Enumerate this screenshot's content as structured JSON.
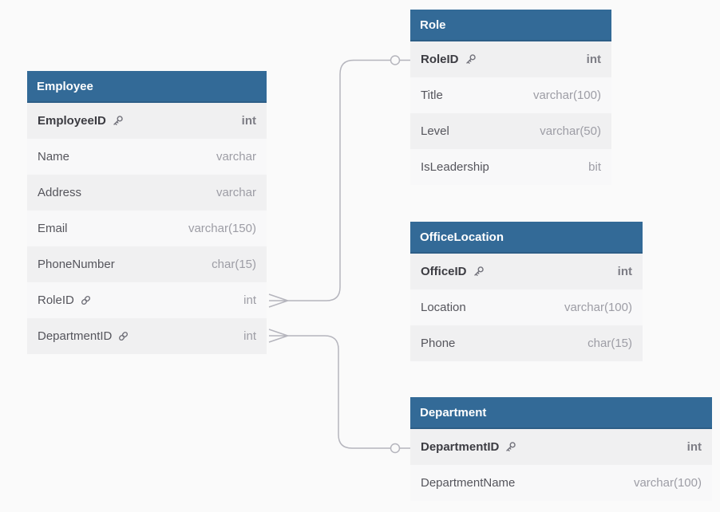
{
  "diagram": {
    "tables": [
      {
        "name": "Employee",
        "columns": [
          {
            "name": "EmployeeID",
            "type": "int",
            "key": "primary"
          },
          {
            "name": "Name",
            "type": "varchar",
            "key": "none"
          },
          {
            "name": "Address",
            "type": "varchar",
            "key": "none"
          },
          {
            "name": "Email",
            "type": "varchar(150)",
            "key": "none"
          },
          {
            "name": "PhoneNumber",
            "type": "char(15)",
            "key": "none"
          },
          {
            "name": "RoleID",
            "type": "int",
            "key": "foreign"
          },
          {
            "name": "DepartmentID",
            "type": "int",
            "key": "foreign"
          }
        ]
      },
      {
        "name": "Role",
        "columns": [
          {
            "name": "RoleID",
            "type": "int",
            "key": "primary"
          },
          {
            "name": "Title",
            "type": "varchar(100)",
            "key": "none"
          },
          {
            "name": "Level",
            "type": "varchar(50)",
            "key": "none"
          },
          {
            "name": "IsLeadership",
            "type": "bit",
            "key": "none"
          }
        ]
      },
      {
        "name": "OfficeLocation",
        "columns": [
          {
            "name": "OfficeID",
            "type": "int",
            "key": "primary"
          },
          {
            "name": "Location",
            "type": "varchar(100)",
            "key": "none"
          },
          {
            "name": "Phone",
            "type": "char(15)",
            "key": "none"
          }
        ]
      },
      {
        "name": "Department",
        "columns": [
          {
            "name": "DepartmentID",
            "type": "int",
            "key": "primary"
          },
          {
            "name": "DepartmentName",
            "type": "varchar(100)",
            "key": "none"
          }
        ]
      }
    ],
    "relationships": [
      {
        "from_table": "Employee",
        "from_column": "RoleID",
        "to_table": "Role",
        "to_column": "RoleID",
        "from_marker": "crow-foot-many",
        "to_marker": "circle-one"
      },
      {
        "from_table": "Employee",
        "from_column": "DepartmentID",
        "to_table": "Department",
        "to_column": "DepartmentID",
        "from_marker": "crow-foot-many",
        "to_marker": "circle-one"
      }
    ],
    "icons": {
      "primary": "key-icon",
      "foreign": "link-icon"
    },
    "colors": {
      "header_bg": "#336a97",
      "header_border": "#2d5e87",
      "header_text": "#ffffff",
      "row_dark": "#f0f0f1",
      "row_light": "#f8f8f9",
      "name_text": "#55555c",
      "type_text": "#9d9da5",
      "connector": "#b5b5bd",
      "page_bg": "#fafafa"
    }
  }
}
